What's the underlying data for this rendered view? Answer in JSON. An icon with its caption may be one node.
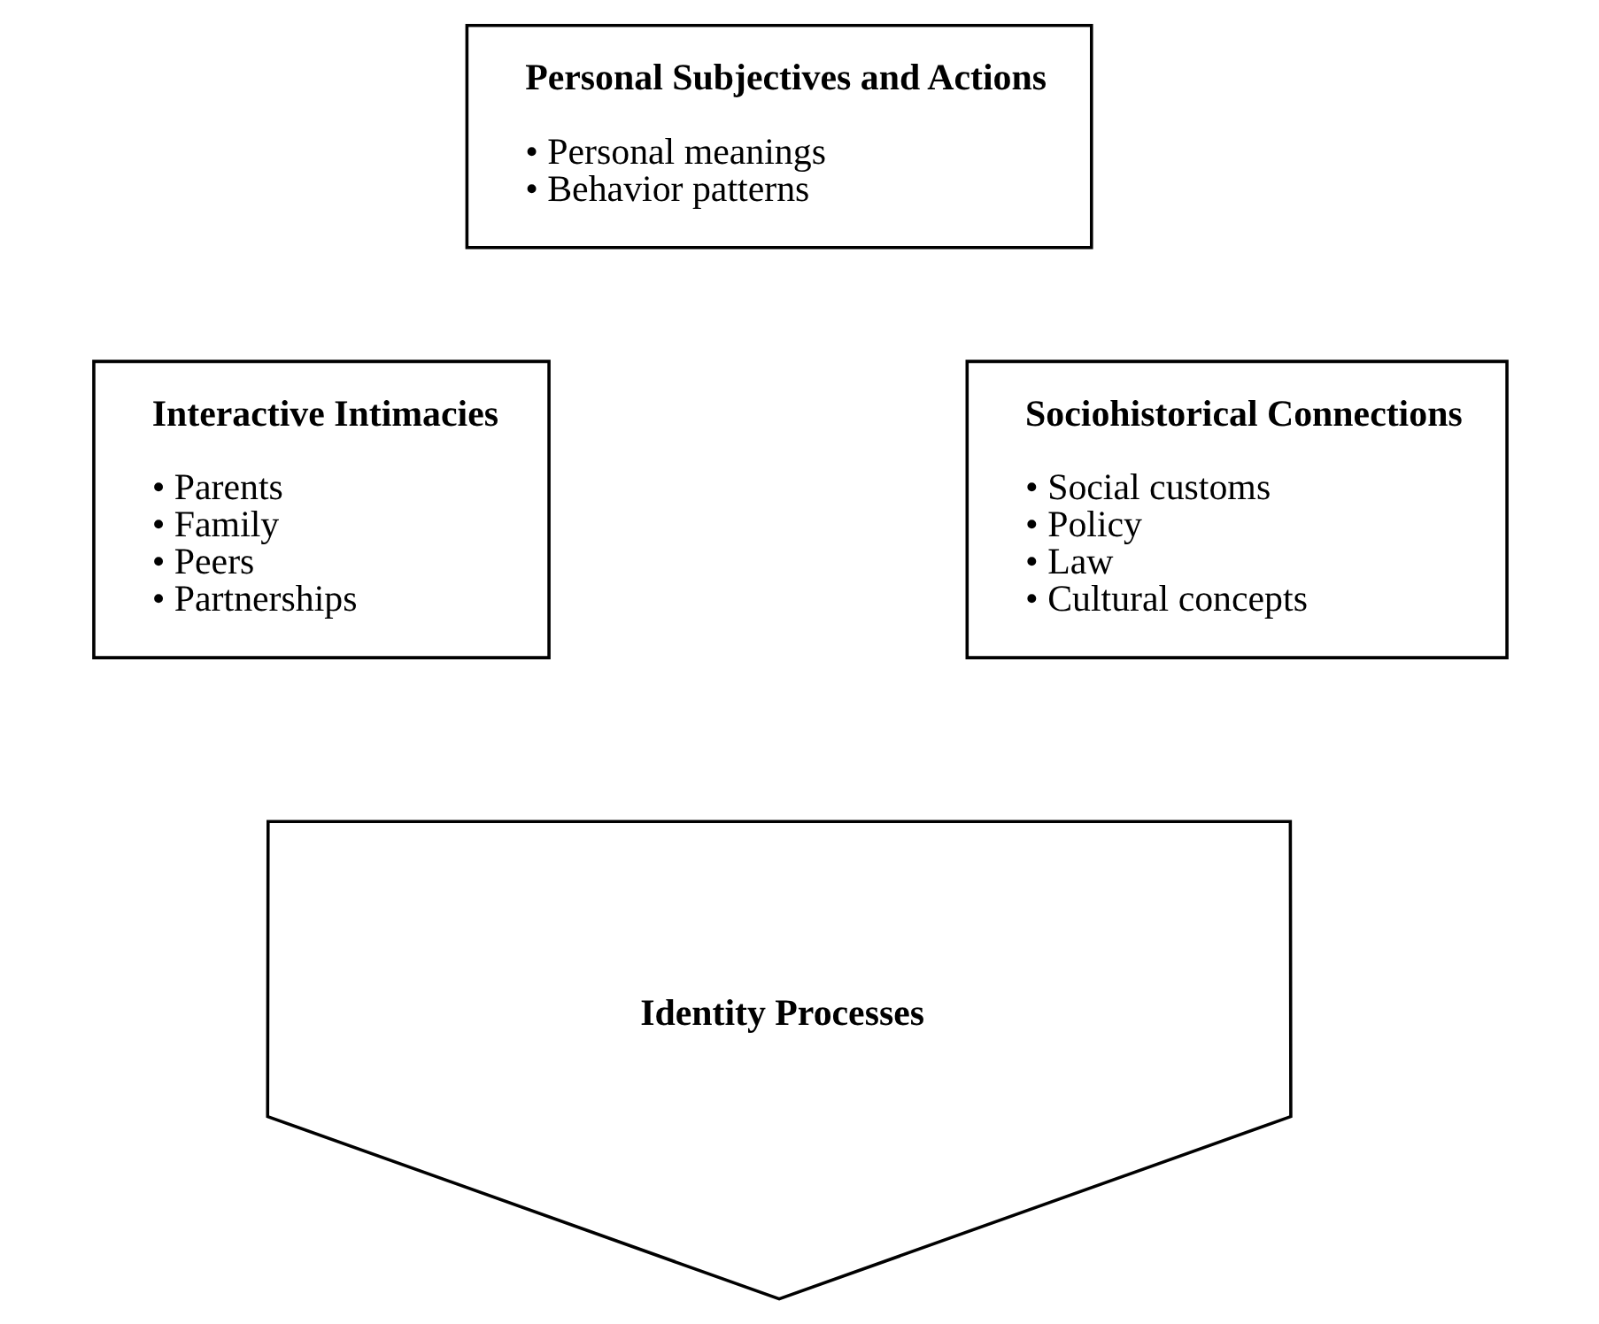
{
  "diagram": {
    "nodes": [
      {
        "text": [
          "Personal Subjectives and Actions",
          "• Personal meanings",
          "• Behavior patterns"
        ]
      },
      {
        "text": [
          "Interactive Intimacies",
          "• Parents",
          "• Family",
          "• Peers",
          "• Partnerships"
        ]
      },
      {
        "text": [
          "Sociohistorical Connections",
          "• Social customs",
          "• Policy",
          "• Law",
          "• Cultural concepts"
        ]
      },
      {
        "text": [
          "Identity Processes"
        ]
      }
    ],
    "edges": []
  }
}
